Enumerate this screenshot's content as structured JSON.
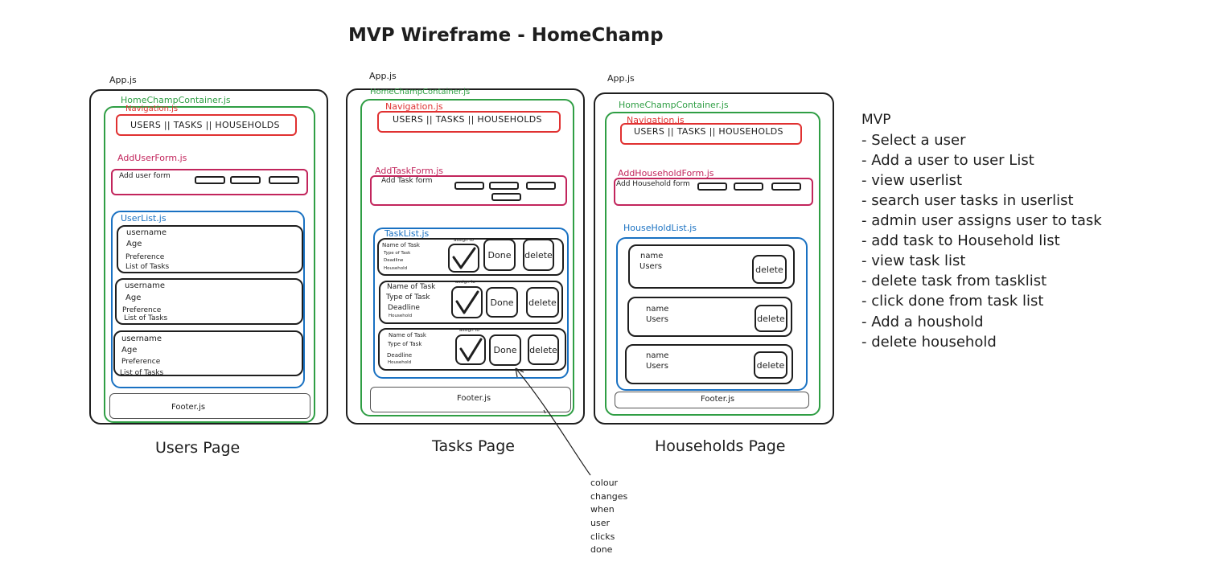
{
  "title": "MVP Wireframe - HomeChamp",
  "components": {
    "app": "App.js",
    "container": "HomeChampContainer.js",
    "navigation": "Navigation.js",
    "nav_text": "USERS || TASKS || HOUSEHOLDS",
    "footer": "Footer.js",
    "add_user_form_component": "AddUserForm.js",
    "add_task_form_component": "AddTaskForm.js",
    "add_household_form_component": "AddHouseholdForm.js",
    "user_list_component": "UserList.js",
    "task_list_component": "TaskList.js",
    "household_list_component": "HouseHoldList.js"
  },
  "users_page": {
    "label": "Users Page",
    "form_label": "Add user form",
    "cards": [
      {
        "username": "username",
        "age": "Age",
        "preference": "Preference",
        "tasks": "List of Tasks"
      },
      {
        "username": "username",
        "age": "Age",
        "preference": "Preference",
        "tasks": "List of Tasks"
      },
      {
        "username": "username",
        "age": "Age",
        "preference": "Preference",
        "tasks": "List of Tasks"
      }
    ]
  },
  "tasks_page": {
    "label": "Tasks Page",
    "form_label": "Add Task form",
    "assign_label": "assign to",
    "done_label": "Done",
    "delete_label": "delete",
    "cards": [
      {
        "name": "Name of Task",
        "type": "Type of Task",
        "deadline": "Deadline",
        "household": "Household"
      },
      {
        "name": "Name of Task",
        "type": "Type of Task",
        "deadline": "Deadline",
        "household": "Household"
      },
      {
        "name": "Name of Task",
        "type": "Type of Task",
        "deadline": "Deadline",
        "household": "Household"
      }
    ]
  },
  "households_page": {
    "label": "Households Page",
    "form_label": "Add Household form",
    "delete_label": "delete",
    "cards": [
      {
        "name": "name",
        "users": "Users"
      },
      {
        "name": "name",
        "users": "Users"
      },
      {
        "name": "name",
        "users": "Users"
      }
    ]
  },
  "annotation": [
    "colour",
    "changes",
    "when",
    "user",
    "clicks",
    "done"
  ],
  "mvp": {
    "heading": "MVP",
    "items": [
      "- Select a user",
      "- Add a user to user List",
      "- view userlist",
      "- search user tasks in userlist",
      "- admin user assigns user to task",
      "- add task to Household list",
      "- view task list",
      "- delete task from tasklist",
      "- click done from task list",
      "- Add a houshold",
      "- delete household"
    ]
  },
  "colors": {
    "container": "#2f9e44",
    "form": "#c2255c",
    "navigation": "#e03131",
    "list": "#1971c2",
    "stroke": "#1e1e1e"
  }
}
